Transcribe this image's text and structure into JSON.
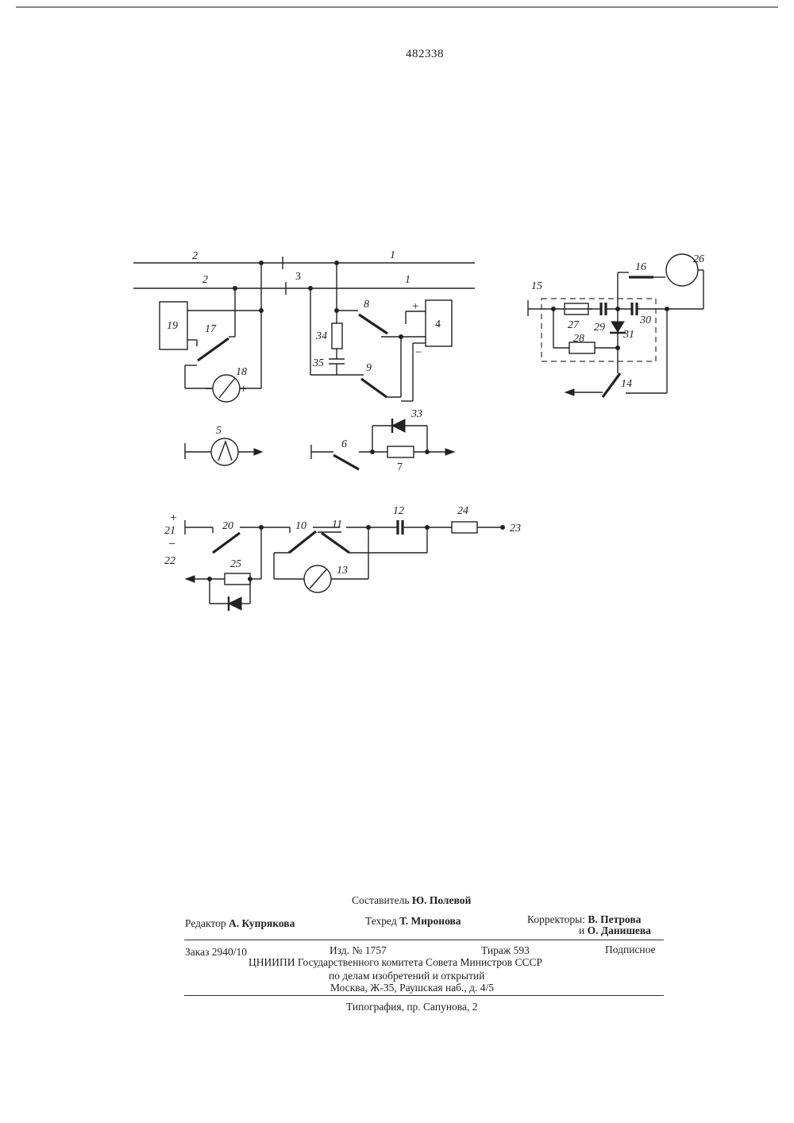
{
  "document": {
    "patent_number": "482338",
    "labels": {
      "l1a": "1",
      "l1b": "1",
      "l2a": "2",
      "l2b": "2",
      "l3": "3",
      "l4": "4",
      "l5": "5",
      "l6": "6",
      "l7": "7",
      "l8": "8",
      "l9": "9",
      "l10": "10",
      "l11": "11",
      "l12": "12",
      "l13": "13",
      "l14": "14",
      "l15": "15",
      "l16": "16",
      "l17": "17",
      "l18": "18",
      "l19": "19",
      "l20": "20",
      "l21": "21",
      "l22": "22",
      "l23": "23",
      "l24": "24",
      "l25": "25",
      "l26": "26",
      "l27": "27",
      "l28": "28",
      "l29": "29",
      "l30": "30",
      "l31": "31",
      "l33": "33",
      "l34": "34",
      "l35": "35",
      "plus": "+",
      "minus": "−"
    },
    "imprint": {
      "compiler_label": "Составитель",
      "compiler_name": "Ю. Полевой",
      "editor_label": "Редактор",
      "editor_name": "А. Купрякова",
      "tech_label": "Техред",
      "tech_name": "Т. Миронова",
      "correctors_label": "Корректоры:",
      "corrector1": "В. Петрова",
      "corrector2_prefix": "и",
      "corrector2": "О. Данишева",
      "order": "Заказ  2940/10",
      "edition": "Изд.  №  1757",
      "print_run": "Тираж  593",
      "subscription": "Подписное",
      "org_line1": "ЦНИИПИ  Государственного  комитета  Совета  Министров  СССР",
      "org_line2": "по делам изобретений и открытий",
      "org_line3": "Москва,  Ж-35,  Раушская  наб.,  д.  4/5",
      "printing_house": "Типография,  пр.  Сапунова,  2"
    }
  }
}
